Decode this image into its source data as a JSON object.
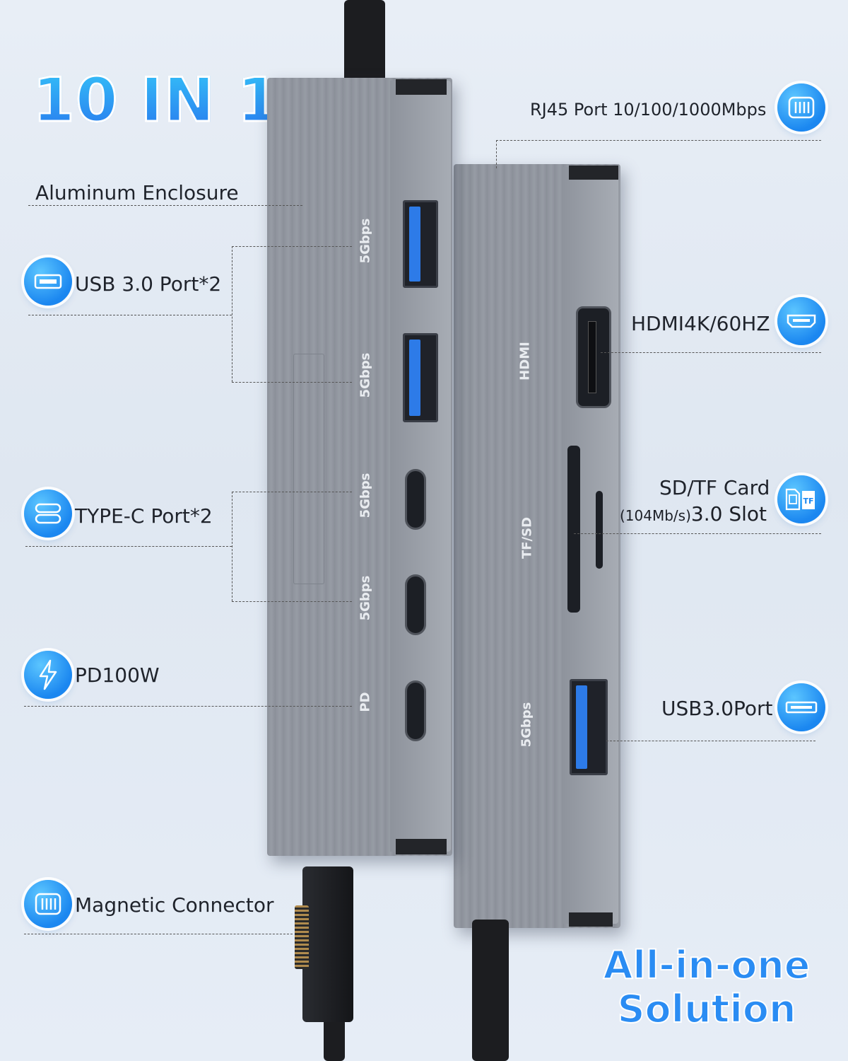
{
  "headline": "10 IN 1",
  "labels": {
    "aluminum": "Aluminum Enclosure",
    "usb30": "USB 3.0 Port*2",
    "typec": "TYPE-C Port*2",
    "pd": "PD100W",
    "magnetic": "Magnetic Connector",
    "rj45": "RJ45 Port 10/100/1000Mbps",
    "hdmi": "HDMI4K/60HZ",
    "sdtf_line1": "SD/TF Card",
    "sdtf_line2_a": "(104Mb/s)",
    "sdtf_line2_b": "3.0 Slot",
    "usb30port": "USB3.0Port"
  },
  "hub_markings": {
    "speed": "5Gbps",
    "pd": "PD",
    "hdmi": "HDMI",
    "tfsd": "TF/SD"
  },
  "tf_icon_text": "TF",
  "slogan": {
    "line1": "All-in-one",
    "line2": "Solution"
  },
  "colors": {
    "accent": "#1b87f0",
    "headline": "#2fa8f5",
    "hub": "#8f949d"
  },
  "icons": [
    "usb-a-icon",
    "usb-c-icon",
    "lightning-icon",
    "connector-icon",
    "ethernet-icon",
    "hdmi-icon",
    "sd-card-icon",
    "usb-port-icon"
  ]
}
